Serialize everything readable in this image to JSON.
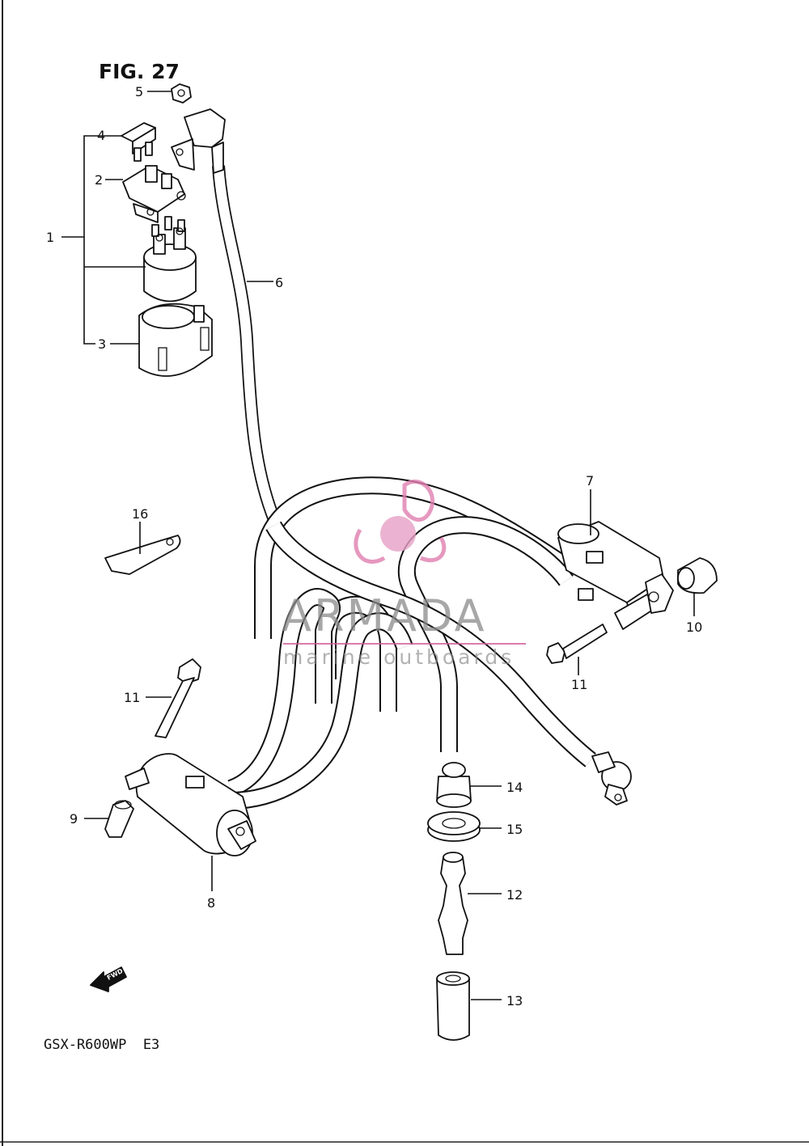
{
  "figure": {
    "title": "FIG. 27",
    "model": "GSX-R600WP  E3",
    "fwd_badge": "FWD"
  },
  "watermark": {
    "name": "ARMADA",
    "tagline": "marine outboards",
    "logo_colors": [
      "#e8a6c8",
      "#d97aab"
    ]
  },
  "callouts": [
    "1",
    "2",
    "3",
    "4",
    "5",
    "6",
    "7",
    "8",
    "9",
    "10",
    "11",
    "11",
    "12",
    "13",
    "14",
    "15",
    "16"
  ]
}
